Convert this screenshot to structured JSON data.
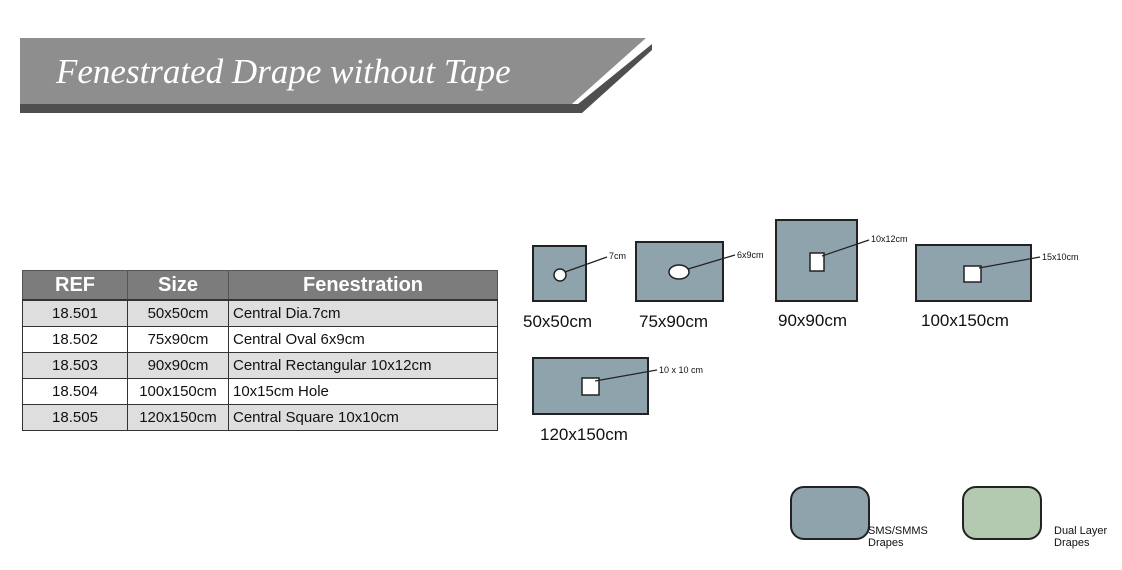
{
  "title": "Fenestrated Drape without Tape",
  "table": {
    "headers": [
      "REF",
      "Size",
      "Fenestration"
    ],
    "rows": [
      {
        "ref": "18.501",
        "size": "50x50cm",
        "fenestration": "Central Dia.7cm"
      },
      {
        "ref": "18.502",
        "size": "75x90cm",
        "fenestration": "Central Oval 6x9cm"
      },
      {
        "ref": "18.503",
        "size": "90x90cm",
        "fenestration": "Central Rectangular 10x12cm"
      },
      {
        "ref": "18.504",
        "size": "100x150cm",
        "fenestration": "10x15cm Hole"
      },
      {
        "ref": "18.505",
        "size": "120x150cm",
        "fenestration": "Central Square 10x10cm"
      }
    ]
  },
  "diagrams": [
    {
      "size_label": "50x50cm",
      "hole_label": "7cm"
    },
    {
      "size_label": "75x90cm",
      "hole_label": "6x9cm"
    },
    {
      "size_label": "90x90cm",
      "hole_label": "10x12cm"
    },
    {
      "size_label": "100x150cm",
      "hole_label": "15x10cm"
    },
    {
      "size_label": "120x150cm",
      "hole_label": "10 x 10 cm"
    }
  ],
  "legend": [
    {
      "line1": "SMS/SMMS",
      "line2": "Drapes",
      "color": "#8fa3ad"
    },
    {
      "line1": "Dual Layer",
      "line2": "Drapes",
      "color": "#b4cab0"
    }
  ],
  "colors": {
    "drape": "#8fa3ad",
    "banner": "#8e8e8e",
    "banner_shadow": "#4f4f4f",
    "table_header": "#7c7c7c",
    "row_shade": "#dedede"
  }
}
